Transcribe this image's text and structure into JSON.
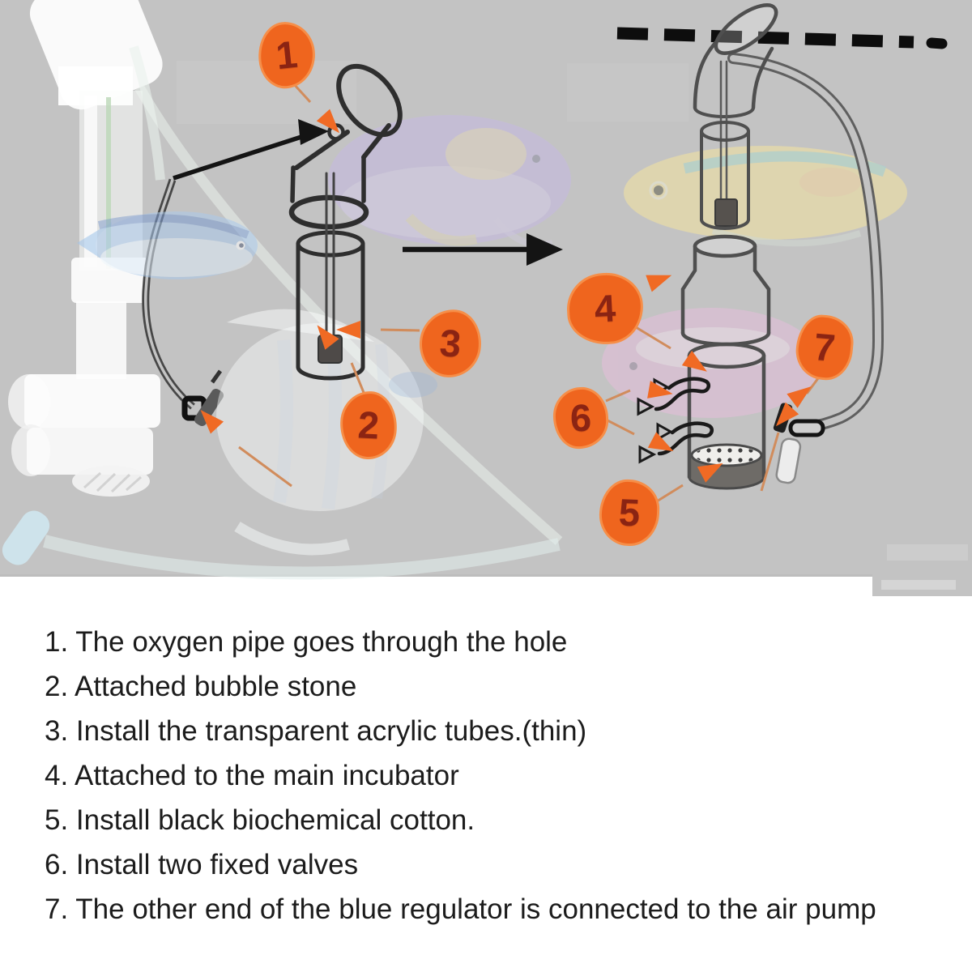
{
  "figure": {
    "markers": [
      {
        "label": "1"
      },
      {
        "label": "2"
      },
      {
        "label": "3"
      },
      {
        "label": "4"
      },
      {
        "label": "5"
      },
      {
        "label": "6"
      },
      {
        "label": "7"
      }
    ]
  },
  "instructions": {
    "items": [
      "1. The oxygen pipe goes through the hole",
      "2. Attached bubble stone",
      "3. Install the transparent acrylic tubes.(thin)",
      "4. Attached to the main incubator",
      "5. Install black biochemical cotton.",
      "6. Install two fixed valves",
      "7. The other end of the blue regulator is connected to the air pump"
    ]
  },
  "colors": {
    "background_gray": "#c3c3c3",
    "marker_orange": "#ef651e",
    "marker_number": "#8b2413",
    "annotation_line": "#d18c5c",
    "diagram_line": "#3a3a3a",
    "text": "#1c1c1c"
  }
}
